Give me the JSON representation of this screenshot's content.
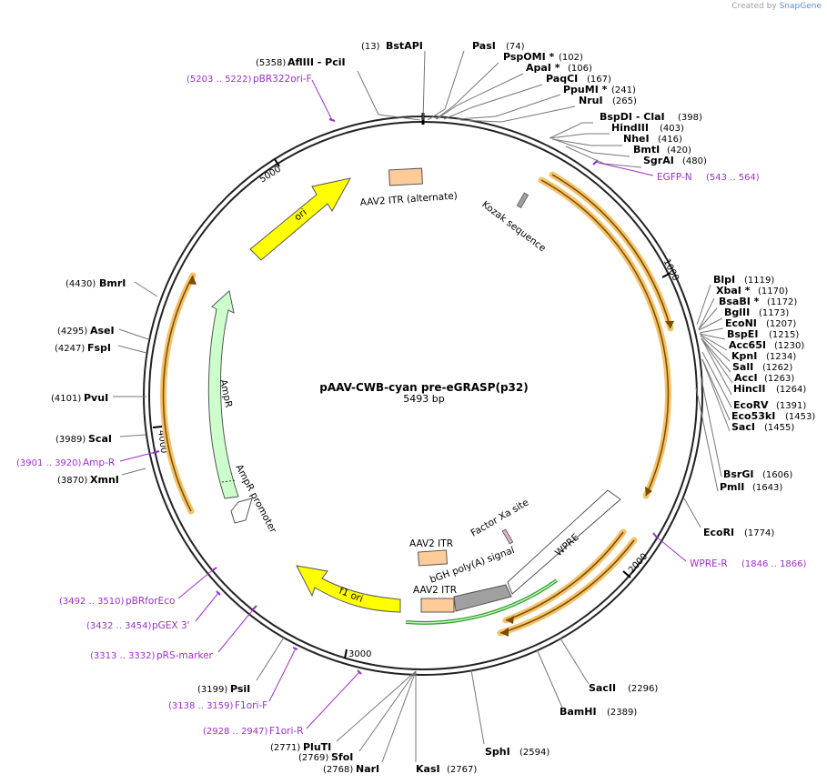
{
  "credit": {
    "prefix": "Created by",
    "brand": "SnapGene"
  },
  "plasmid": {
    "name": "pAAV-CWB-cyan pre-eGRASP(p32)",
    "length_label": "5493 bp",
    "length": 5493
  },
  "ticks": [
    "1000",
    "2000",
    "3000",
    "4000",
    "5000"
  ],
  "features": [
    {
      "label": "ori",
      "color": "#ffff00"
    },
    {
      "label": "AAV2 ITR (alternate)",
      "color": "#ffcc99"
    },
    {
      "label": "Kozak sequence",
      "color": "#a0a0a0"
    },
    {
      "label": "AmpR",
      "color": "#ccffcc"
    },
    {
      "label": "AmpR promoter",
      "color": "#ffffff"
    },
    {
      "label": "f1 ori",
      "color": "#ffff00"
    },
    {
      "label": "AAV2 ITR",
      "color": "#ffcc99"
    },
    {
      "label": "AAV2 ITR",
      "color": "#ffcc99"
    },
    {
      "label": "bGH poly(A) signal",
      "color": "#a0a0a0"
    },
    {
      "label": "WPRE",
      "color": "#ffffff"
    },
    {
      "label": "Factor Xa site",
      "color": "#d9b0c8"
    }
  ],
  "sites": [
    {
      "name": "BstAPI",
      "pos": "(13)"
    },
    {
      "name": "AflIII - PciI",
      "pos": "(5358)"
    },
    {
      "name": "PasI",
      "pos": "(74)"
    },
    {
      "name": "PspOMI *",
      "pos": "(102)"
    },
    {
      "name": "ApaI *",
      "pos": "(106)"
    },
    {
      "name": "PaqCI",
      "pos": "(167)"
    },
    {
      "name": "PpuMI *",
      "pos": "(241)"
    },
    {
      "name": "NruI",
      "pos": "(265)"
    },
    {
      "name": "BspDI - ClaI",
      "pos": "(398)"
    },
    {
      "name": "HindIII",
      "pos": "(403)"
    },
    {
      "name": "NheI",
      "pos": "(416)"
    },
    {
      "name": "BmtI",
      "pos": "(420)"
    },
    {
      "name": "SgrAI",
      "pos": "(480)"
    },
    {
      "name": "BlpI",
      "pos": "(1119)"
    },
    {
      "name": "XbaI *",
      "pos": "(1170)"
    },
    {
      "name": "BsaBI *",
      "pos": "(1172)"
    },
    {
      "name": "BglII",
      "pos": "(1173)"
    },
    {
      "name": "EcoNI",
      "pos": "(1207)"
    },
    {
      "name": "BspEI",
      "pos": "(1215)"
    },
    {
      "name": "Acc65I",
      "pos": "(1230)"
    },
    {
      "name": "KpnI",
      "pos": "(1234)"
    },
    {
      "name": "SalI",
      "pos": "(1262)"
    },
    {
      "name": "AccI",
      "pos": "(1263)"
    },
    {
      "name": "HincII",
      "pos": "(1264)"
    },
    {
      "name": "EcoRV",
      "pos": "(1391)"
    },
    {
      "name": "Eco53kI",
      "pos": "(1453)"
    },
    {
      "name": "SacI",
      "pos": "(1455)"
    },
    {
      "name": "BsrGI",
      "pos": "(1606)"
    },
    {
      "name": "PmlI",
      "pos": "(1643)"
    },
    {
      "name": "EcoRI",
      "pos": "(1774)"
    },
    {
      "name": "SacII",
      "pos": "(2296)"
    },
    {
      "name": "BamHI",
      "pos": "(2389)"
    },
    {
      "name": "SphI",
      "pos": "(2594)"
    },
    {
      "name": "KasI",
      "pos": "(2767)"
    },
    {
      "name": "NarI",
      "pos": "(2768)"
    },
    {
      "name": "SfoI",
      "pos": "(2769)"
    },
    {
      "name": "PluTI",
      "pos": "(2771)"
    },
    {
      "name": "PsiI",
      "pos": "(3199)"
    },
    {
      "name": "XmnI",
      "pos": "(3870)"
    },
    {
      "name": "ScaI",
      "pos": "(3989)"
    },
    {
      "name": "PvuI",
      "pos": "(4101)"
    },
    {
      "name": "FspI",
      "pos": "(4247)"
    },
    {
      "name": "AseI",
      "pos": "(4295)"
    },
    {
      "name": "BmrI",
      "pos": "(4430)"
    }
  ],
  "primers": [
    {
      "name": "pBR322ori-F",
      "pos": "(5203 .. 5222)"
    },
    {
      "name": "EGFP-N",
      "pos": "(543 .. 564)"
    },
    {
      "name": "WPRE-R",
      "pos": "(1846 .. 1866)"
    },
    {
      "name": "Amp-R",
      "pos": "(3901 .. 3920)"
    },
    {
      "name": "pBRforEco",
      "pos": "(3492 .. 3510)"
    },
    {
      "name": "pGEX 3'",
      "pos": "(3432 .. 3454)"
    },
    {
      "name": "pRS-marker",
      "pos": "(3313 .. 3332)"
    },
    {
      "name": "F1ori-F",
      "pos": "(3138 .. 3159)"
    },
    {
      "name": "F1ori-R",
      "pos": "(2928 .. 2947)"
    }
  ],
  "colors": {
    "primer": "#9b30c8",
    "orf_outline": "#f0b040",
    "backbone": "#222222",
    "green_arrow": "#2aa02a"
  }
}
